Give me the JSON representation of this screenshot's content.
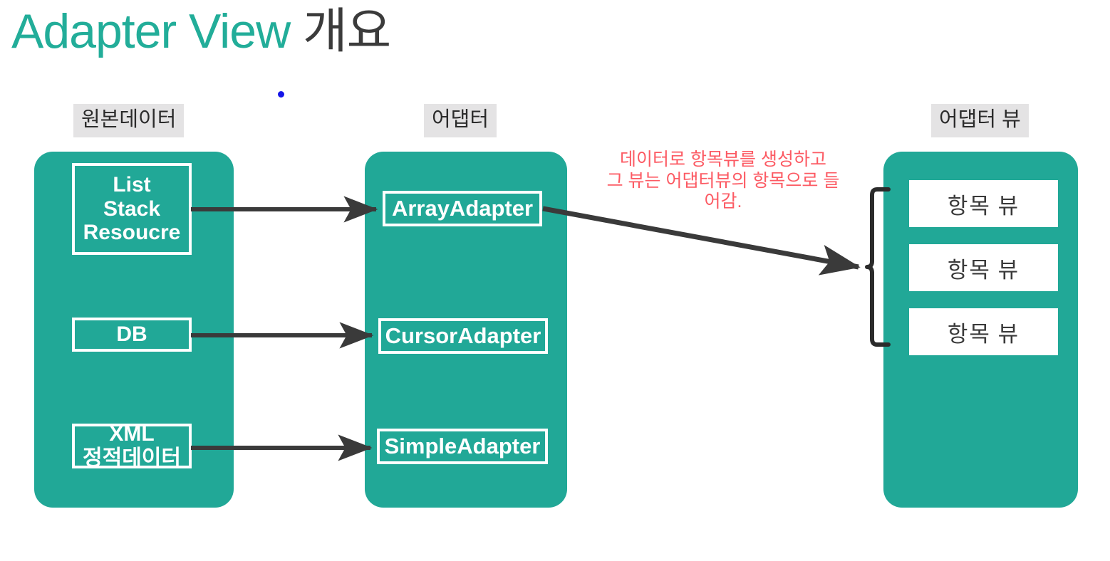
{
  "slide": {
    "title_en": "Adapter View ",
    "title_ko": "개요",
    "background": "#FFFFFF",
    "accent_teal": "#21A897",
    "annotation_red": "#FC5A63",
    "arrow_gray": "#3A3A3A",
    "header_highlight": "#E4E3E4"
  },
  "headers": {
    "source": "원본데이터",
    "adapter": "어댑터",
    "adapter_view": "어댑터 뷰"
  },
  "source_items": [
    {
      "label": "List\nStack\nResoucre"
    },
    {
      "label": "DB"
    },
    {
      "label": "XML\n정적데이터"
    }
  ],
  "adapters": [
    {
      "label": "ArrayAdapter"
    },
    {
      "label": "CursorAdapter"
    },
    {
      "label": "SimpleAdapter"
    }
  ],
  "adapter_view_items": [
    {
      "label": "항목 뷰"
    },
    {
      "label": "항목 뷰"
    },
    {
      "label": "항목 뷰"
    }
  ],
  "annotation": {
    "text": "데이터로 항목뷰를 생성하고\n그 뷰는 어댑터뷰의 항목으로 들\n어감."
  }
}
